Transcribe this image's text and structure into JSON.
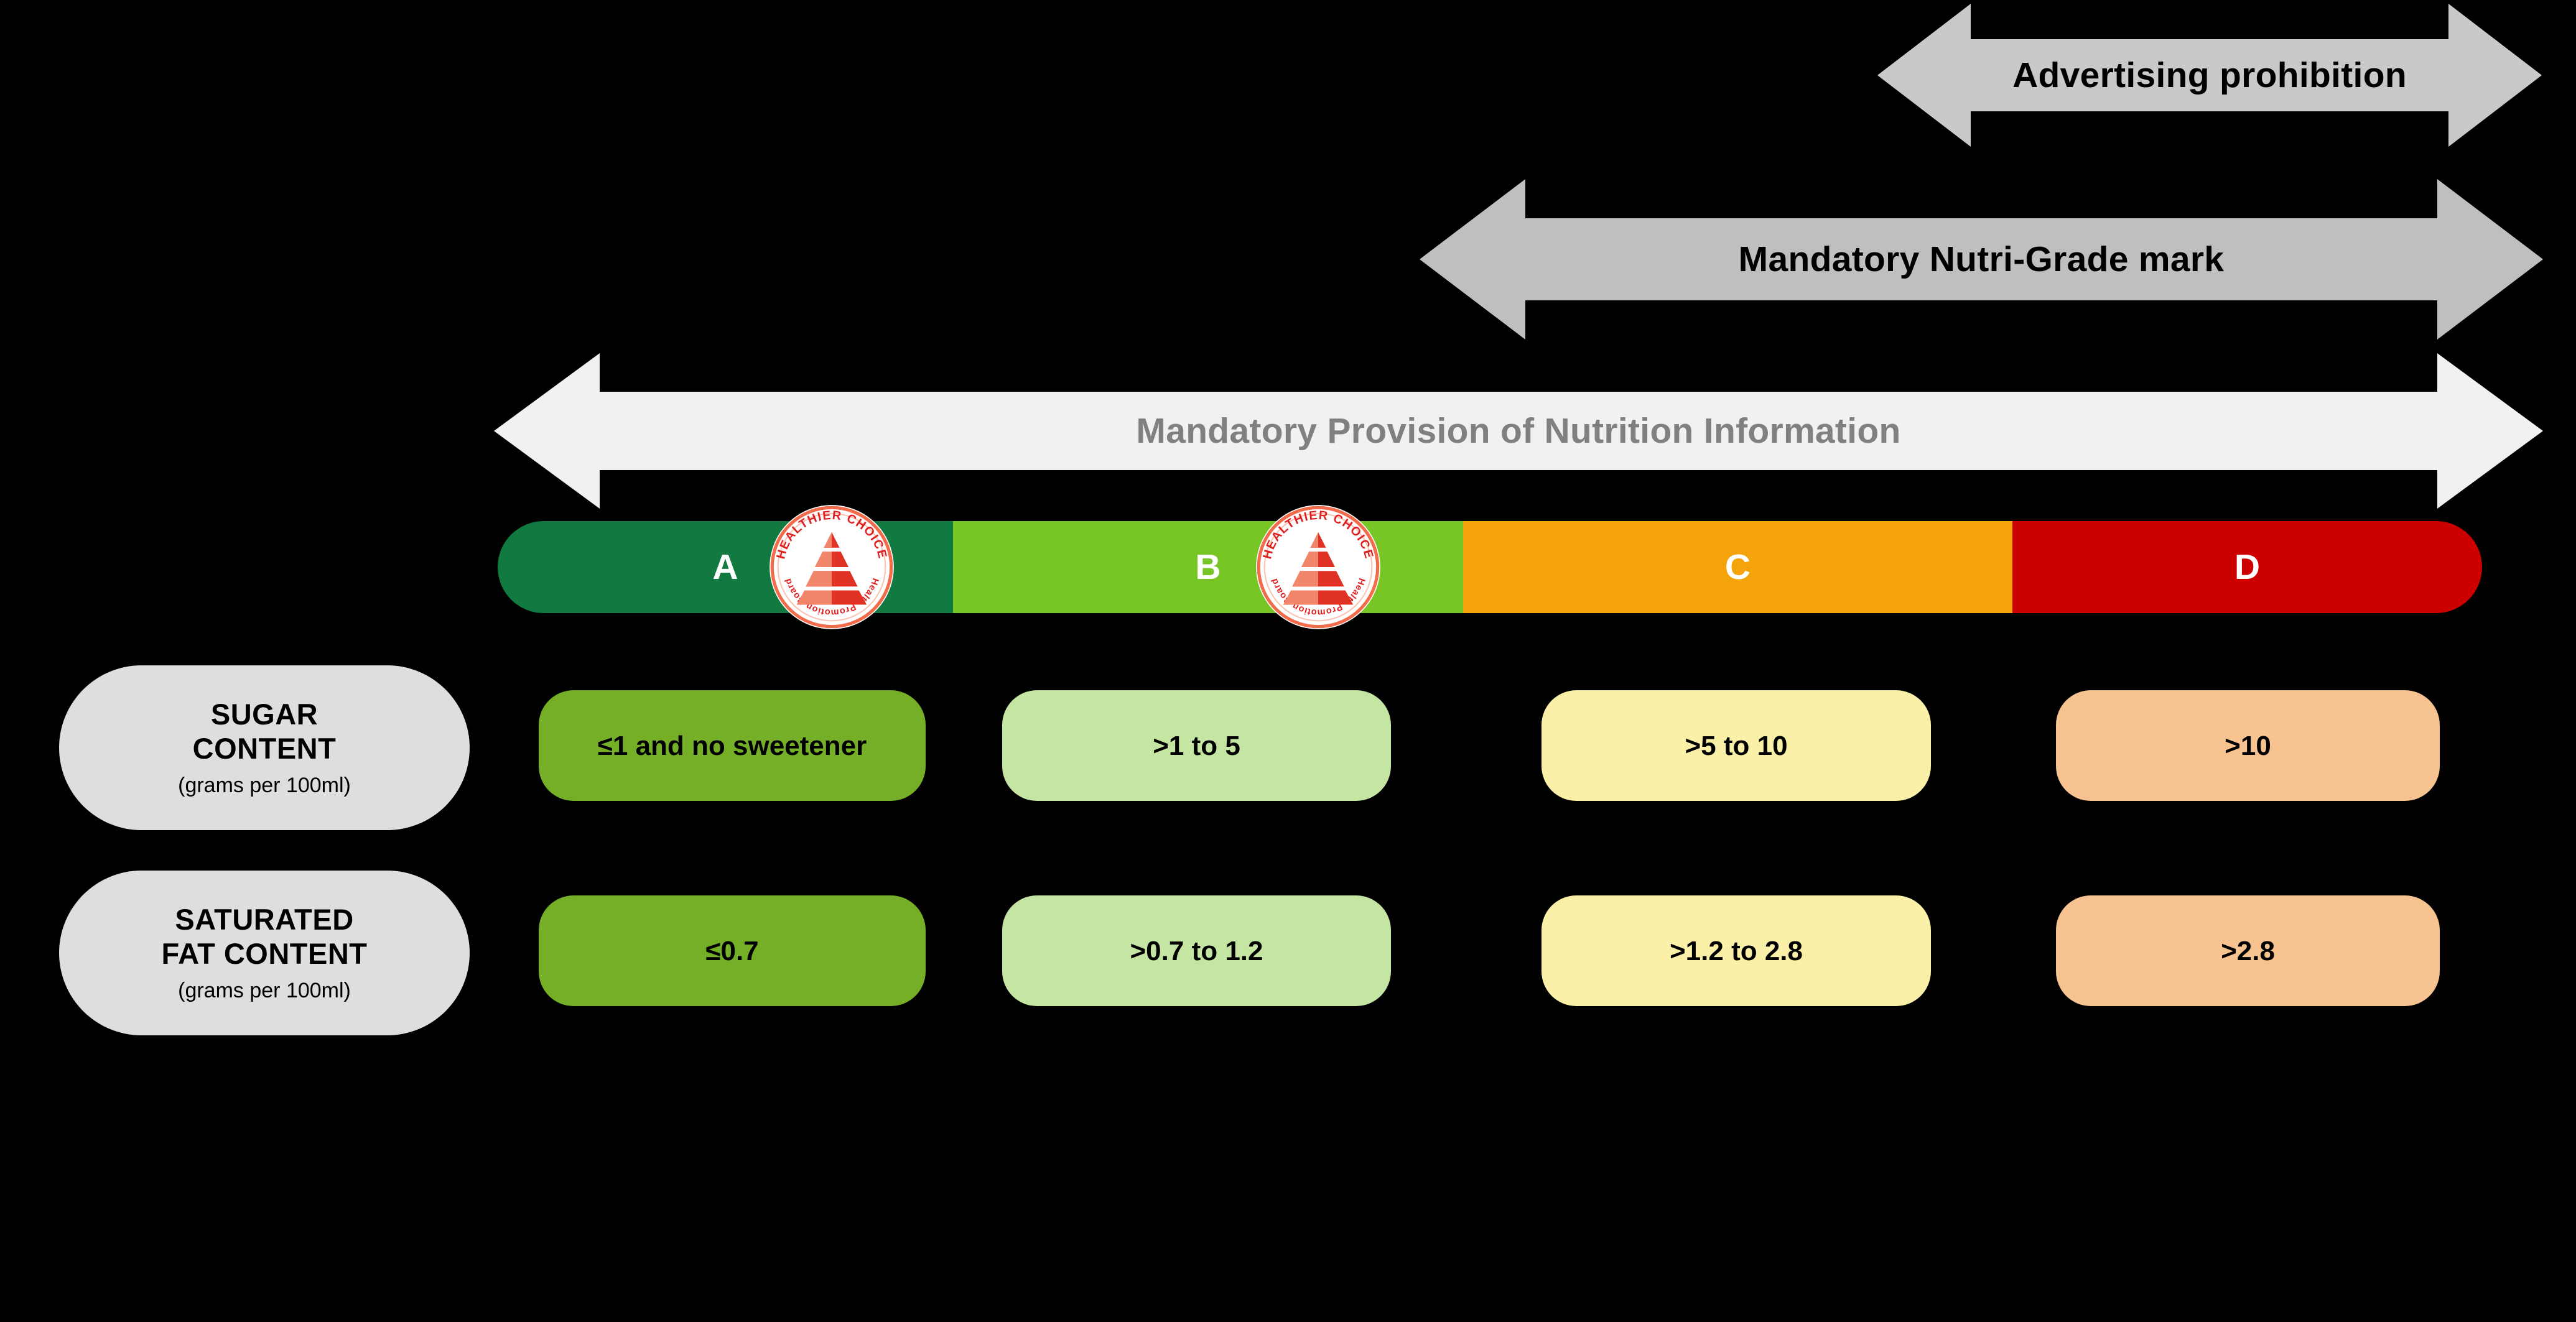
{
  "chart_data": {
    "type": "table",
    "title": "Nutri-Grade measures and nutrient thresholds",
    "categories": [
      "A",
      "B",
      "C",
      "D"
    ],
    "rows": [
      {
        "label": "SUGAR CONTENT",
        "unit": "(grams per 100ml)",
        "values": [
          "≤1 and no sweetener",
          ">1 to 5",
          ">5 to 10",
          ">10"
        ]
      },
      {
        "label": "SATURATED FAT CONTENT",
        "unit": "(grams per 100ml)",
        "values": [
          "≤0.7",
          ">0.7 to 1.2",
          ">1.2 to 2.8",
          ">2.8"
        ]
      }
    ],
    "measures": [
      {
        "label": "Advertising prohibition",
        "applies_to": [
          "D"
        ]
      },
      {
        "label": "Mandatory Nutri-Grade mark",
        "applies_to": [
          "C",
          "D"
        ]
      },
      {
        "label": "Mandatory Provision of Nutrition Information",
        "applies_to": [
          "A",
          "B",
          "C",
          "D"
        ]
      }
    ]
  },
  "measures": {
    "advertising": {
      "label": "Advertising prohibition",
      "fill": "#C9C9C9",
      "text_color": "#000000"
    },
    "nutri_grade_mark": {
      "label": "Mandatory Nutri-Grade mark",
      "fill": "#BFBFBF",
      "text_color": "#000000"
    },
    "nutrition_info": {
      "label": "Mandatory Provision of Nutrition Information",
      "fill": "#F1F1F1",
      "text_color": "#808080"
    }
  },
  "grade_bar": {
    "segments": [
      {
        "grade": "A",
        "color": "#127A40",
        "text_color": "#FFFFFF"
      },
      {
        "grade": "B",
        "color": "#77C626",
        "text_color": "#FFFFFF"
      },
      {
        "grade": "C",
        "color": "#F5A30A",
        "text_color": "#FFFFFF"
      },
      {
        "grade": "D",
        "color": "#CC0000",
        "text_color": "#FFFFFF"
      }
    ],
    "healthier_choice_symbol": {
      "top_text": "HEALTHIER CHOICE",
      "bottom_text": "Health Promotion Board",
      "ring_color": "#F26B4B",
      "text_color": "#E02020",
      "pyramid_colors": [
        "#F1866B",
        "#E03224"
      ]
    }
  },
  "rows": [
    {
      "label_main": "SUGAR\nCONTENT",
      "label_line1": "SUGAR",
      "label_line2": "CONTENT",
      "label_sub": "(grams per 100ml)",
      "label_fill": "#DEDEDE",
      "cells": [
        {
          "grade": "A",
          "value": "≤1 and no sweetener",
          "color": "#74AF27"
        },
        {
          "grade": "B",
          "value": ">1 to 5",
          "color": "#C5E5A2"
        },
        {
          "grade": "C",
          "value": ">5 to 10",
          "color": "#FAF0A8"
        },
        {
          "grade": "D",
          "value": ">10",
          "color": "#F6C391"
        }
      ]
    },
    {
      "label_line1": "SATURATED",
      "label_line2": "FAT CONTENT",
      "label_sub": "(grams per 100ml)",
      "label_fill": "#DEDEDE",
      "cells": [
        {
          "grade": "A",
          "value": "≤0.7",
          "color": "#74AF27"
        },
        {
          "grade": "B",
          "value": ">0.7 to 1.2",
          "color": "#C5E5A2"
        },
        {
          "grade": "C",
          "value": ">1.2 to 2.8",
          "color": "#FAF0A8"
        },
        {
          "grade": "D",
          "value": ">2.8",
          "color": "#F6C391"
        }
      ]
    }
  ],
  "canvas": {
    "background": "#000000"
  }
}
